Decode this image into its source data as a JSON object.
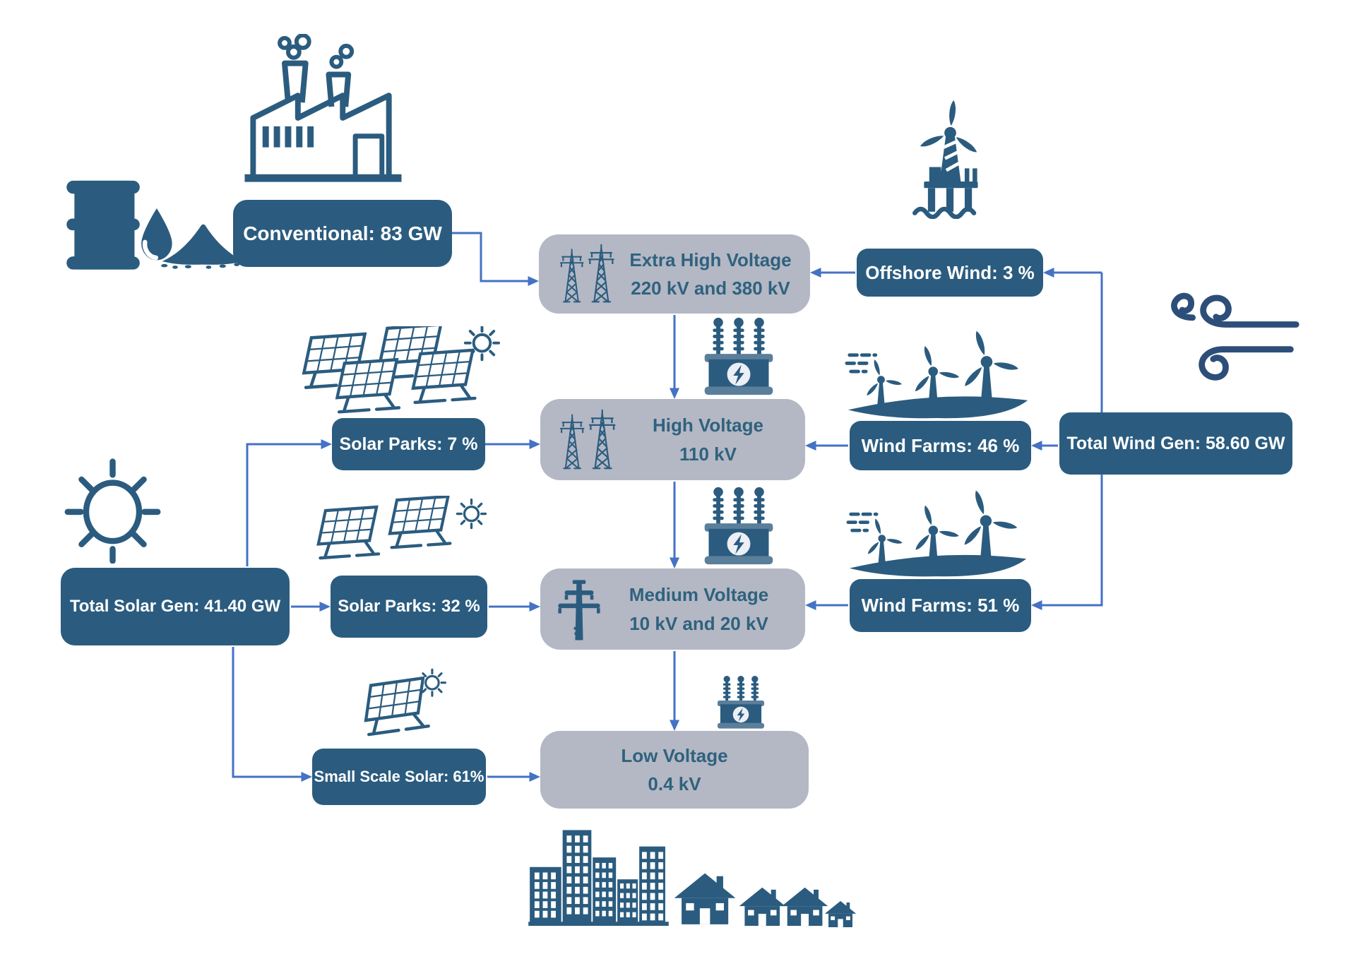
{
  "colors": {
    "node_fill": "#2b5c7f",
    "node_text": "#ffffff",
    "level_fill": "#b4b8c4",
    "level_text": "#2f627e",
    "arrow": "#4472c4",
    "icon_ink": "#2b5c7f",
    "wind_swirl_ink": "#2d4e79",
    "transformer_band": "#5b7f9b"
  },
  "nodes": {
    "conventional": "Conventional: 83 GW",
    "offshore_wind": "Offshore Wind: 3 %",
    "total_wind": "Total Wind Gen: 58.60 GW",
    "solar_parks_hv": "Solar Parks: 7 %",
    "wind_farms_hv": "Wind Farms: 46 %",
    "total_solar": "Total Solar Gen: 41.40 GW",
    "solar_parks_mv": "Solar Parks: 32 %",
    "wind_farms_mv": "Wind Farms: 51 %",
    "small_scale_solar": "Small Scale Solar: 61%"
  },
  "levels": {
    "extra_high_voltage": {
      "title": "Extra High Voltage",
      "subtitle": "220 kV and 380 kV"
    },
    "high_voltage": {
      "title": "High Voltage",
      "subtitle": "110 kV"
    },
    "medium_voltage": {
      "title": "Medium Voltage",
      "subtitle": "10 kV and 20 kV"
    },
    "low_voltage": {
      "title": "Low Voltage",
      "subtitle": "0.4 kV"
    }
  }
}
